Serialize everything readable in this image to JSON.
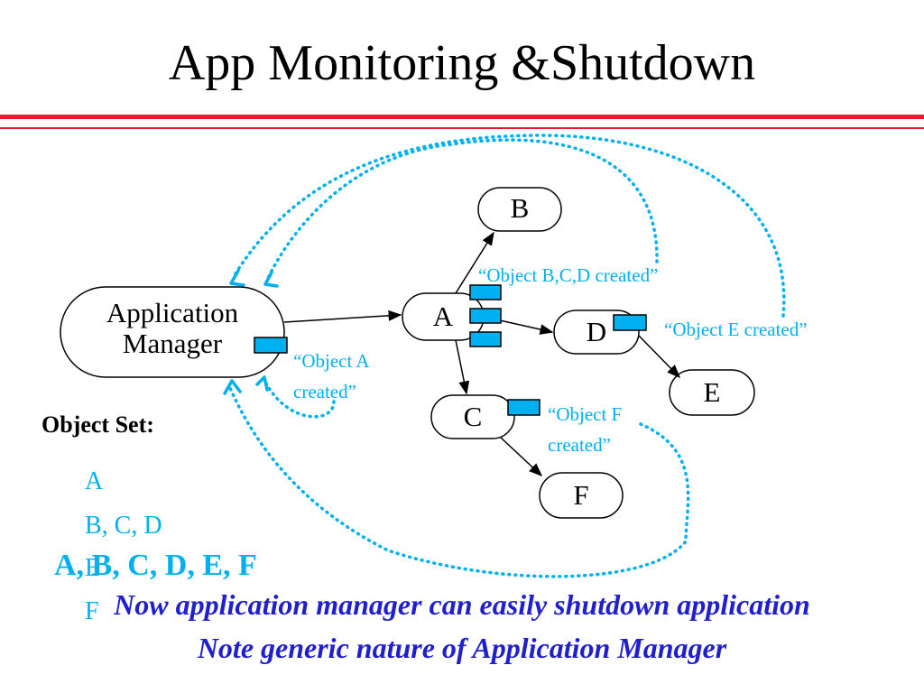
{
  "slide": {
    "title": "App Monitoring &Shutdown"
  },
  "nodes": {
    "app_manager": [
      "Application",
      "Manager"
    ],
    "a": "A",
    "b": "B",
    "c": "C",
    "d": "D",
    "e": "E",
    "f": "F"
  },
  "callouts": {
    "object_a": [
      "“Object A",
      "created”"
    ],
    "object_bcd": "“Object B,C,D created”",
    "object_e": "“Object E created”",
    "object_f": [
      "“Object F",
      "created”"
    ]
  },
  "object_set": {
    "heading": "Object Set:",
    "items": [
      "A",
      "B, C, D",
      "E",
      "F"
    ],
    "combined": "A, B, C, D, E, F"
  },
  "footer": {
    "line1": "Now application manager can easily shutdown application",
    "line2": "Note generic nature of Application Manager"
  },
  "colors": {
    "title_rule": "#e8192c",
    "accent": "#00b0f0",
    "footer": "#1f1fd0"
  }
}
